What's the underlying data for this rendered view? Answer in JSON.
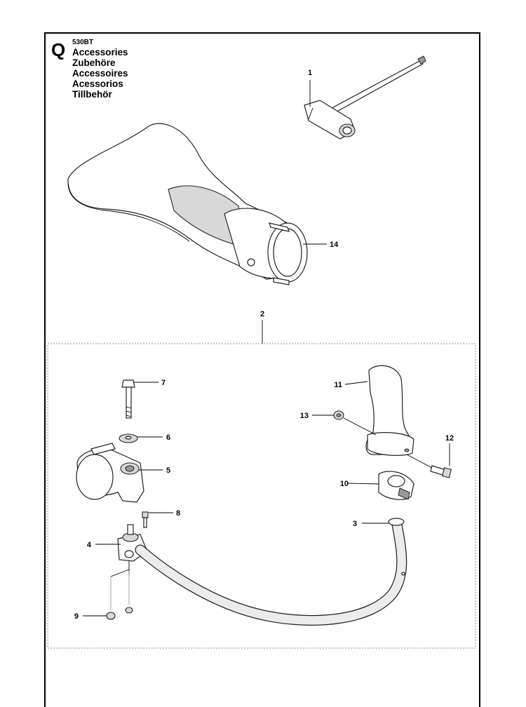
{
  "header": {
    "section_letter": "Q",
    "model": "530BT",
    "titles": [
      "Accessories",
      "Zubehöre",
      "Accessoires",
      "Acessorios",
      "Tillbehör"
    ]
  },
  "callouts": {
    "c1": "1",
    "c2": "2",
    "c3": "3",
    "c4": "4",
    "c5": "5",
    "c6": "6",
    "c7": "7",
    "c8": "8",
    "c9": "9",
    "c10": "10",
    "c11": "11",
    "c12": "12",
    "c13": "13",
    "c14": "14"
  }
}
